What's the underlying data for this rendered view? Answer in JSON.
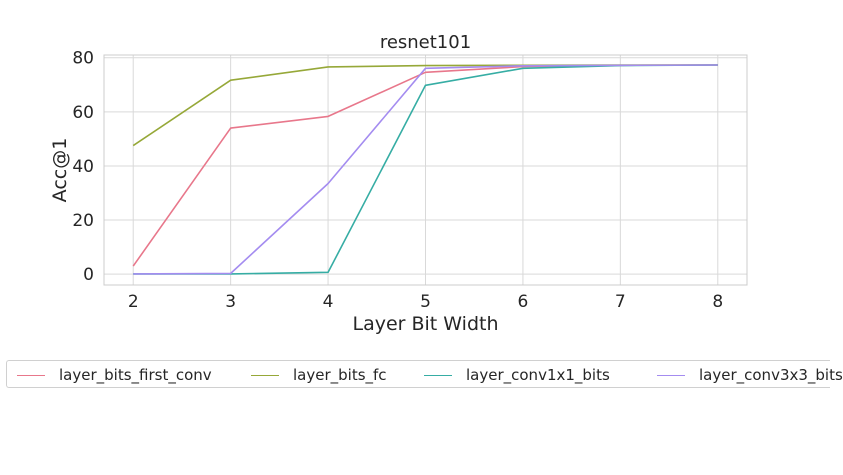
{
  "chart_data": {
    "type": "line",
    "title": "resnet101",
    "xlabel": "Layer Bit Width",
    "ylabel": "Acc@1",
    "x": [
      2,
      3,
      4,
      5,
      6,
      7,
      8
    ],
    "xlim": [
      1.7,
      8.3
    ],
    "ylim": [
      -4,
      81
    ],
    "xticks": [
      "2",
      "3",
      "4",
      "5",
      "6",
      "7",
      "8"
    ],
    "yticks": [
      "0",
      "20",
      "40",
      "60",
      "80"
    ],
    "grid": true,
    "legend_position": "bottom",
    "series": [
      {
        "name": "layer_bits_first_conv",
        "color": "#e8778b",
        "values": [
          3.0,
          54.0,
          58.3,
          74.6,
          76.7,
          77.2,
          77.3
        ]
      },
      {
        "name": "layer_bits_fc",
        "color": "#96a838",
        "values": [
          47.5,
          71.7,
          76.6,
          77.1,
          77.2,
          77.3,
          77.3
        ]
      },
      {
        "name": "layer_conv1x1_bits",
        "color": "#36ada4",
        "values": [
          0.1,
          0.1,
          0.7,
          69.8,
          76.1,
          77.1,
          77.3
        ]
      },
      {
        "name": "layer_conv3x3_bits",
        "color": "#a48cf0",
        "values": [
          0.1,
          0.3,
          33.5,
          76.1,
          77.0,
          77.2,
          77.3
        ]
      }
    ]
  }
}
